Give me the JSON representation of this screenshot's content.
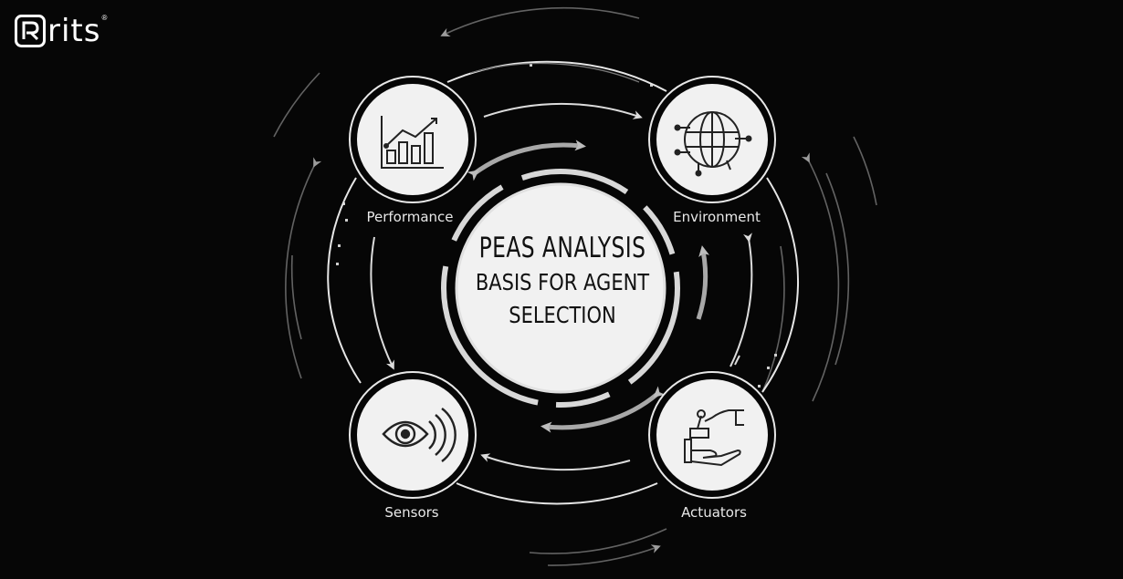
{
  "brand": {
    "name": "rits",
    "mark_letter": "R",
    "registered": "®"
  },
  "diagram": {
    "center": {
      "title": "PEAS ANALYSIS",
      "subtitle_line1": "BASIS FOR AGENT",
      "subtitle_line2": "SELECTION"
    },
    "nodes": [
      {
        "label": "Performance",
        "icon": "growth-chart-icon"
      },
      {
        "label": "Environment",
        "icon": "circuit-globe-icon"
      },
      {
        "label": "Sensors",
        "icon": "eye-signal-icon"
      },
      {
        "label": "Actuators",
        "icon": "hand-joystick-icon"
      }
    ]
  },
  "colors": {
    "background": "#060606",
    "circle_fill": "#f1f1f1",
    "arrow": "#dcdcdc",
    "text": "#111111"
  }
}
